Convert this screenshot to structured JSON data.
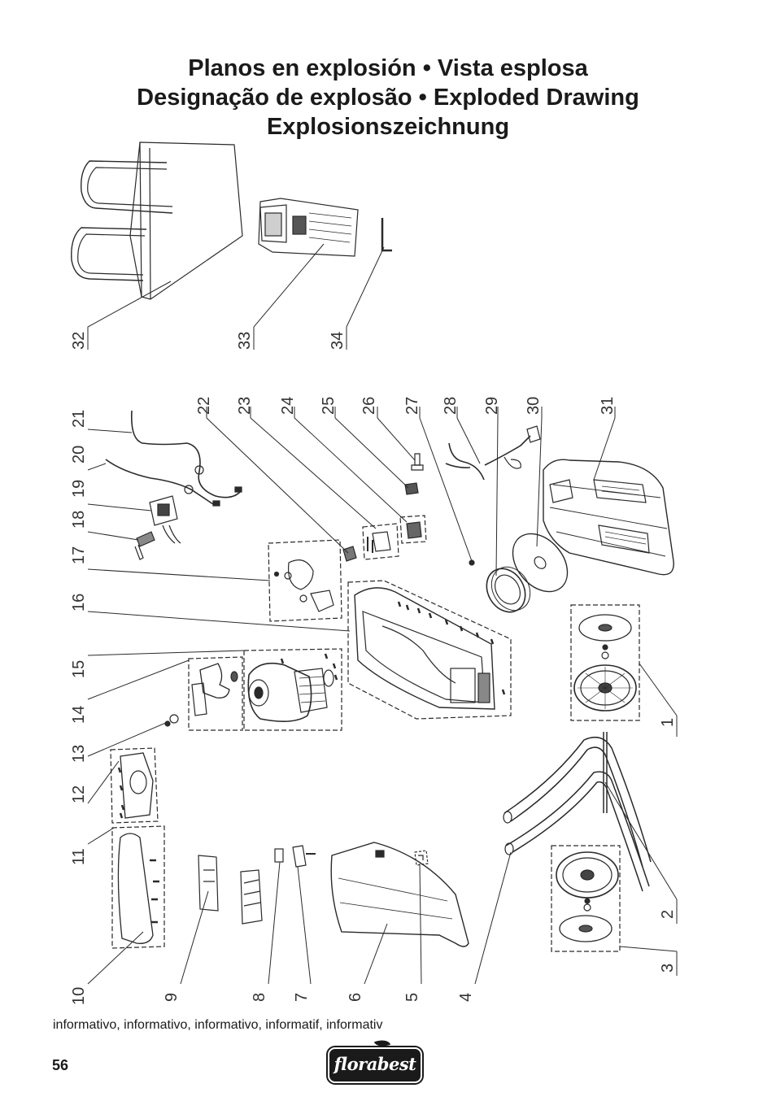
{
  "title": {
    "line1": "Planos en explosión • Vista esplosa",
    "line2": "Designação de explosão • Exploded Drawing",
    "line3": "Explosionszeichnung"
  },
  "part_labels": [
    "1",
    "2",
    "3",
    "4",
    "5",
    "6",
    "7",
    "8",
    "9",
    "10",
    "11",
    "12",
    "13",
    "14",
    "15",
    "16",
    "17",
    "18",
    "19",
    "20",
    "21",
    "22",
    "23",
    "24",
    "25",
    "26",
    "27",
    "28",
    "29",
    "30",
    "31",
    "32",
    "33",
    "34"
  ],
  "footnote": "informativo, informativo, informativo, informatif, informativ",
  "page_number": "56",
  "brand": "florabest"
}
